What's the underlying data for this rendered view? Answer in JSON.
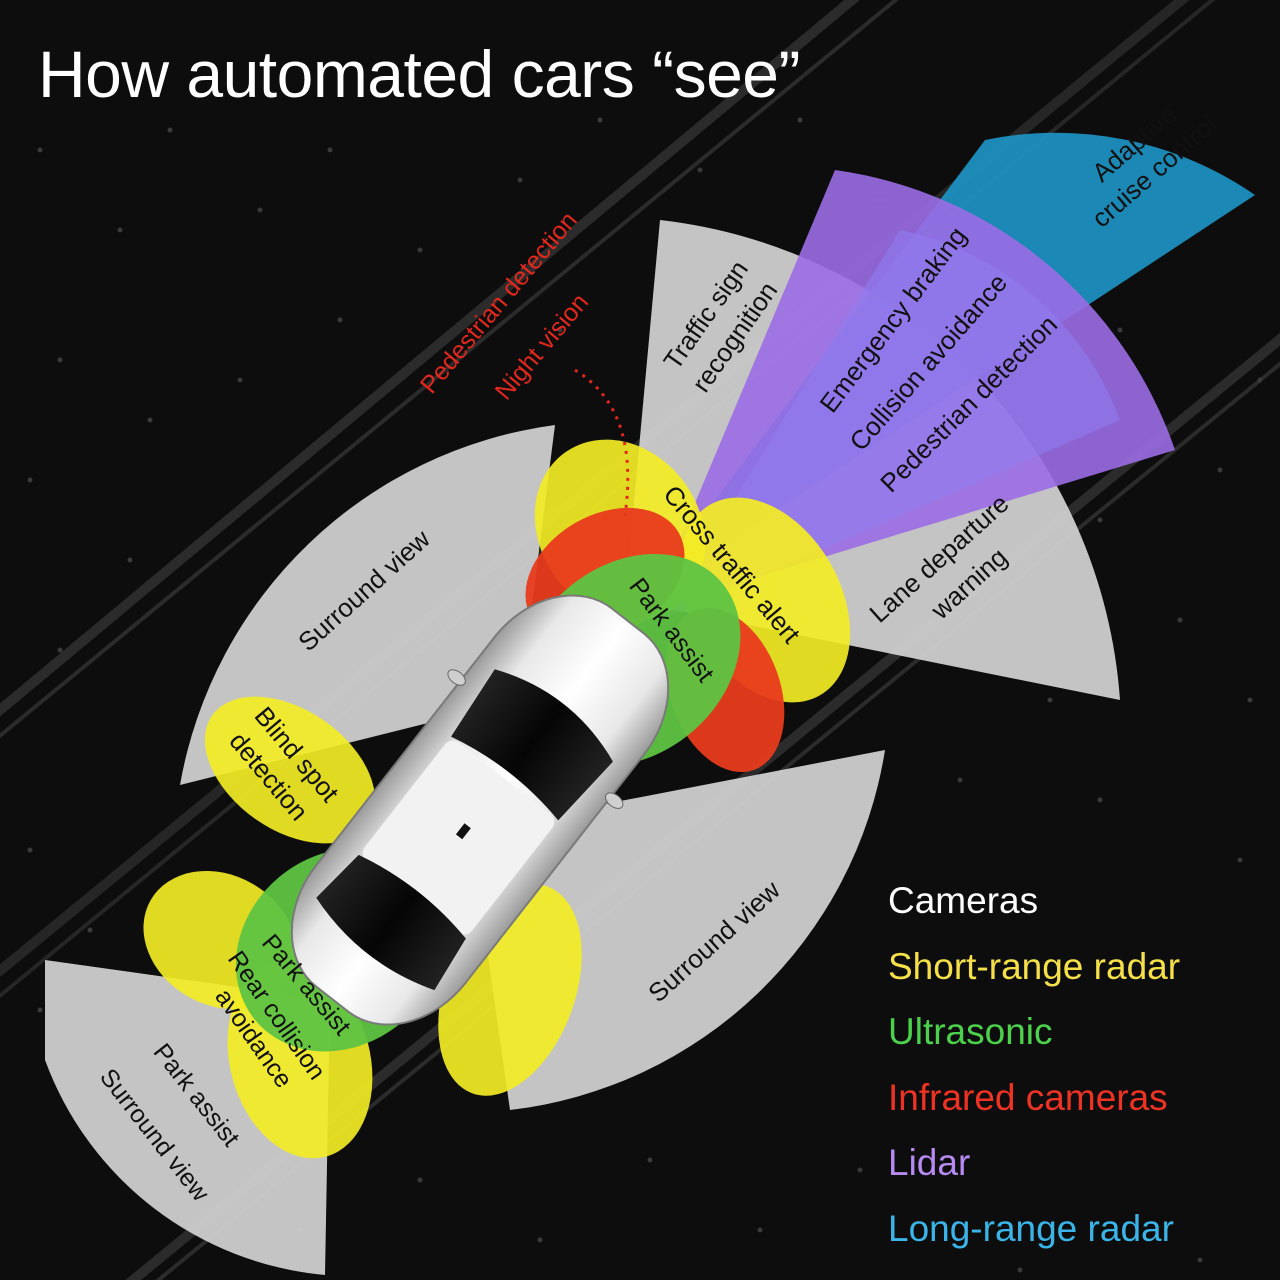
{
  "title": "How automated cars “see”",
  "legend": [
    {
      "label": "Cameras",
      "color": "#ffffff"
    },
    {
      "label": "Short-range radar",
      "color": "#f5e04a"
    },
    {
      "label": "Ultrasonic",
      "color": "#4cd14c"
    },
    {
      "label": "Infrared cameras",
      "color": "#ee3324"
    },
    {
      "label": "Lidar",
      "color": "#b68af0"
    },
    {
      "label": "Long-range radar",
      "color": "#3bb4e8"
    }
  ],
  "labels": {
    "adaptive_cruise_1": "Adaptive",
    "adaptive_cruise_2": "cruise control",
    "emergency_braking": "Emergency braking",
    "collision_avoidance": "Collision avoidance",
    "pedestrian_detection_lidar": "Pedestrian detection",
    "traffic_sign_1": "Traffic sign",
    "traffic_sign_2": "recognition",
    "lane_departure_1": "Lane departure",
    "lane_departure_2": "warning",
    "pedestrian_detection_ir": "Pedestrian detection",
    "night_vision": "Night vision",
    "cross_traffic_alert": "Cross traffic alert",
    "park_assist_front": "Park assist",
    "surround_view_left": "Surround view",
    "surround_view_right": "Surround view",
    "blind_spot_1": "Blind spot",
    "blind_spot_2": "detection",
    "park_assist_rear": "Park assist",
    "rear_collision_1": "Rear collision",
    "rear_collision_2": "avoidance",
    "park_assist_back": "Park assist",
    "surround_view_back": "Surround view"
  }
}
